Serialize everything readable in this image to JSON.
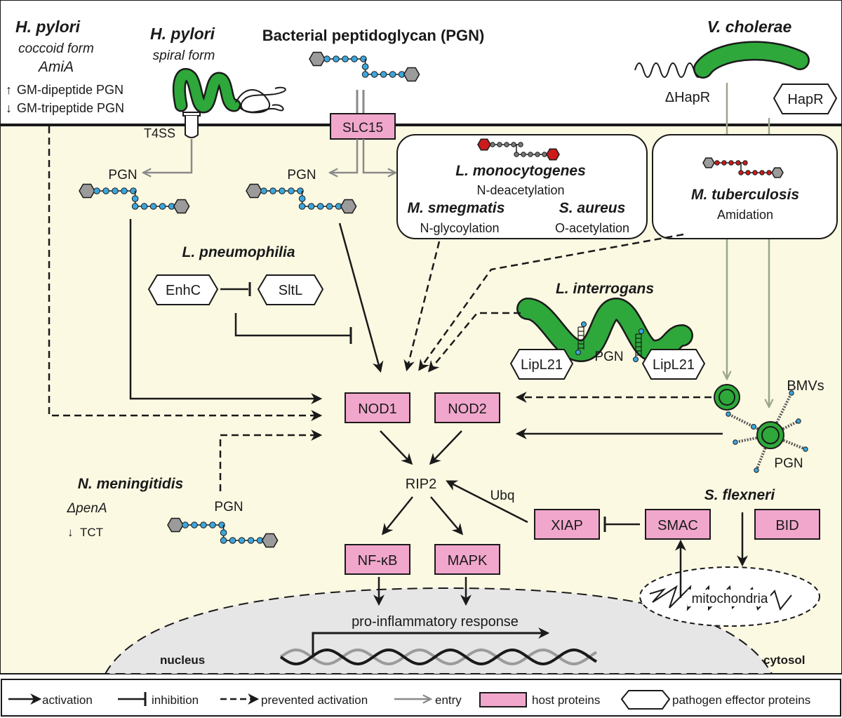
{
  "colors": {
    "cytosol": "#fcf9e3",
    "host_protein": "#f1a7cc",
    "bacteria_green": "#2ea83a",
    "bead_blue": "#3ca6dd",
    "bead_red": "#cc1b1b",
    "hexagon_grey": "#9b9b9b",
    "nucleus": "#e6e6e6",
    "entry_arrow": "#8a8a8a"
  },
  "top": {
    "hpylori_coccoid": {
      "name": "H. pylori",
      "form": "coccoid form",
      "gene": "AmiA",
      "up_label": "GM-dipeptide PGN",
      "down_label": "GM-tripeptide PGN"
    },
    "hpylori_spiral": {
      "name": "H. pylori",
      "form": "spiral form",
      "secretion": "T4SS"
    },
    "pgn_title": "Bacterial peptidoglycan (PGN)",
    "vcholerae": {
      "name": "V. cholerae",
      "mutant": "ΔHapR",
      "effector": "HapR"
    }
  },
  "transporter": "SLC15",
  "pgn_label": "PGN",
  "modifications": {
    "lmono": {
      "name": "L. monocytogenes",
      "mod": "N-deacetylation"
    },
    "msmeg": {
      "name": "M. smegmatis",
      "mod": "N-glycoylation"
    },
    "saureus": {
      "name": "S. aureus",
      "mod": "O-acetylation"
    },
    "mtb": {
      "name": "M. tuberculosis",
      "mod": "Amidation"
    }
  },
  "lpneumo": {
    "name": "L. pneumophilia",
    "effector1": "EnhC",
    "effector2": "SltL"
  },
  "linterrogans": {
    "name": "L. interrogans",
    "effector": "LipL21",
    "pgn": "PGN"
  },
  "bmvs": {
    "label": "BMVs",
    "pgn": "PGN"
  },
  "nmeningitidis": {
    "name": "N. meningitidis",
    "mutant": "ΔpenA",
    "effect": "TCT",
    "pgn": "PGN"
  },
  "host": {
    "nod1": "NOD1",
    "nod2": "NOD2",
    "rip2": "RIP2",
    "ubq": "Ubq",
    "nfkb": "NF-κB",
    "mapk": "MAPK",
    "xiap": "XIAP",
    "smac": "SMAC",
    "bid": "BID"
  },
  "sflexneri": {
    "name": "S. flexneri",
    "organelle": "mitochondria"
  },
  "nucleus": {
    "label": "nucleus",
    "response": "pro-inflammatory response"
  },
  "cytosol_label": "cytosol",
  "legend": {
    "activation": "activation",
    "inhibition": "inhibition",
    "prevented": "prevented activation",
    "entry": "entry",
    "host": "host proteins",
    "pathogen": "pathogen effector proteins"
  }
}
